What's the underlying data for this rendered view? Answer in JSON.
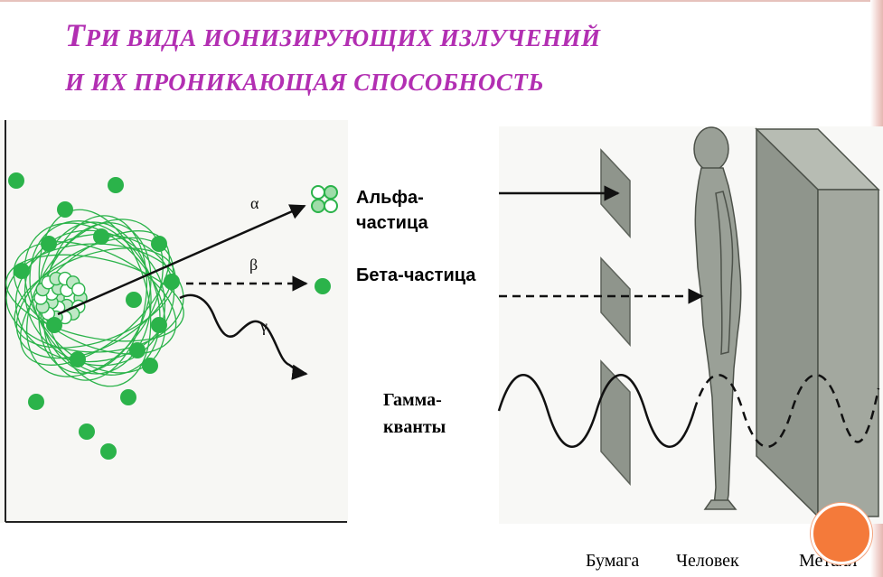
{
  "title": {
    "line1_first": "Т",
    "line1_rest": "ри вида ионизирующих излучений",
    "line2": "и их проникающая способность"
  },
  "labels": {
    "alpha": "Альфа-частица",
    "beta": "Бета-частица",
    "gamma": "Гамма-кванты"
  },
  "symbols": {
    "alpha": "α",
    "beta": "β",
    "gamma": "γ"
  },
  "barriers": {
    "paper": "Бумага",
    "human": "Человек",
    "metal": "Металл"
  },
  "colors": {
    "title": "#b22fb2",
    "atom_green": "#2bb34a",
    "barrier_gray": "#8f958c",
    "accent_orange": "#f47a3a"
  }
}
